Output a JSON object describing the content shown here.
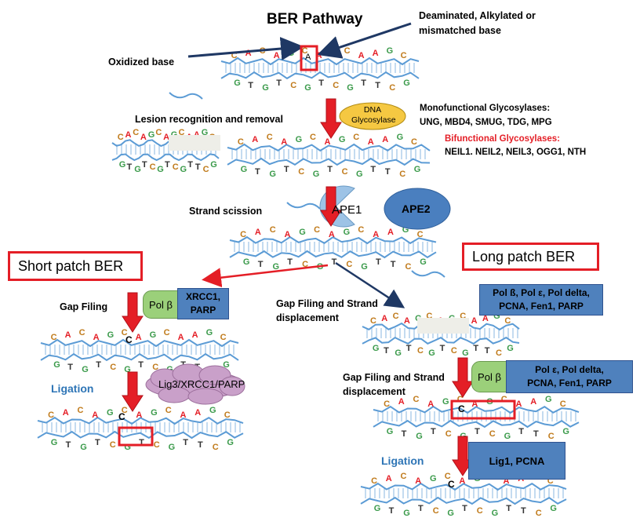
{
  "title": "BER Pathway",
  "labels": {
    "deaminated": [
      "Deaminated, Alkylated or",
      "mismatched base"
    ],
    "oxidized": "Oxidized base",
    "lesion": "Lesion recognition and removal",
    "strand_scission": "Strand scission",
    "gap_filing_short": "Gap Filing",
    "gap_filing_long": [
      "Gap Filing and Strand",
      "displacement"
    ],
    "gap_filing_long2": [
      "Gap Filing and Strand",
      "displacement"
    ],
    "ligation_short": "Ligation",
    "ligation_long": "Ligation"
  },
  "enzymes": {
    "dna_glycosylase": [
      "DNA",
      "Glycosylase"
    ],
    "mono_title": "Monofunctional  Glycosylases:",
    "mono_list": "UNG, MBD4, SMUG, TDG, MPG",
    "bi_title": "Bifunctional  Glycosylases:",
    "bi_list": "NEIL1. NEIL2, NEIL3, OGG1, NTH",
    "ape1": "APE1",
    "ape2": "APE2",
    "pol_b": "Pol β",
    "xrcc1_parp": [
      "XRCC1,",
      "PARP"
    ],
    "lig3": "Lig3/XRCC1/PARP",
    "long_box1": [
      "Pol ß, Pol ε, Pol delta,",
      "PCNA, Fen1, PARP"
    ],
    "long_box2": [
      "Pol ε, Pol delta,",
      "PCNA, Fen1,  PARP"
    ],
    "lig1": "Lig1,  PCNA"
  },
  "patch": {
    "short": "Short patch BER",
    "long": "Long patch BER"
  },
  "bases": {
    "lesion_base": "A",
    "inserted_base": "C"
  },
  "colors": {
    "red": "#e41e26",
    "navy": "#1f3864",
    "blue_box": "#4f81bd",
    "green": "#9bd07a",
    "lig3": "#c9a0c9",
    "glycosylase": "#f5c842",
    "ape1": "#9dc3e6",
    "ape2": "#4a7fbf",
    "ligation_text": "#2e75b6",
    "strand": "#5b9bd5"
  }
}
